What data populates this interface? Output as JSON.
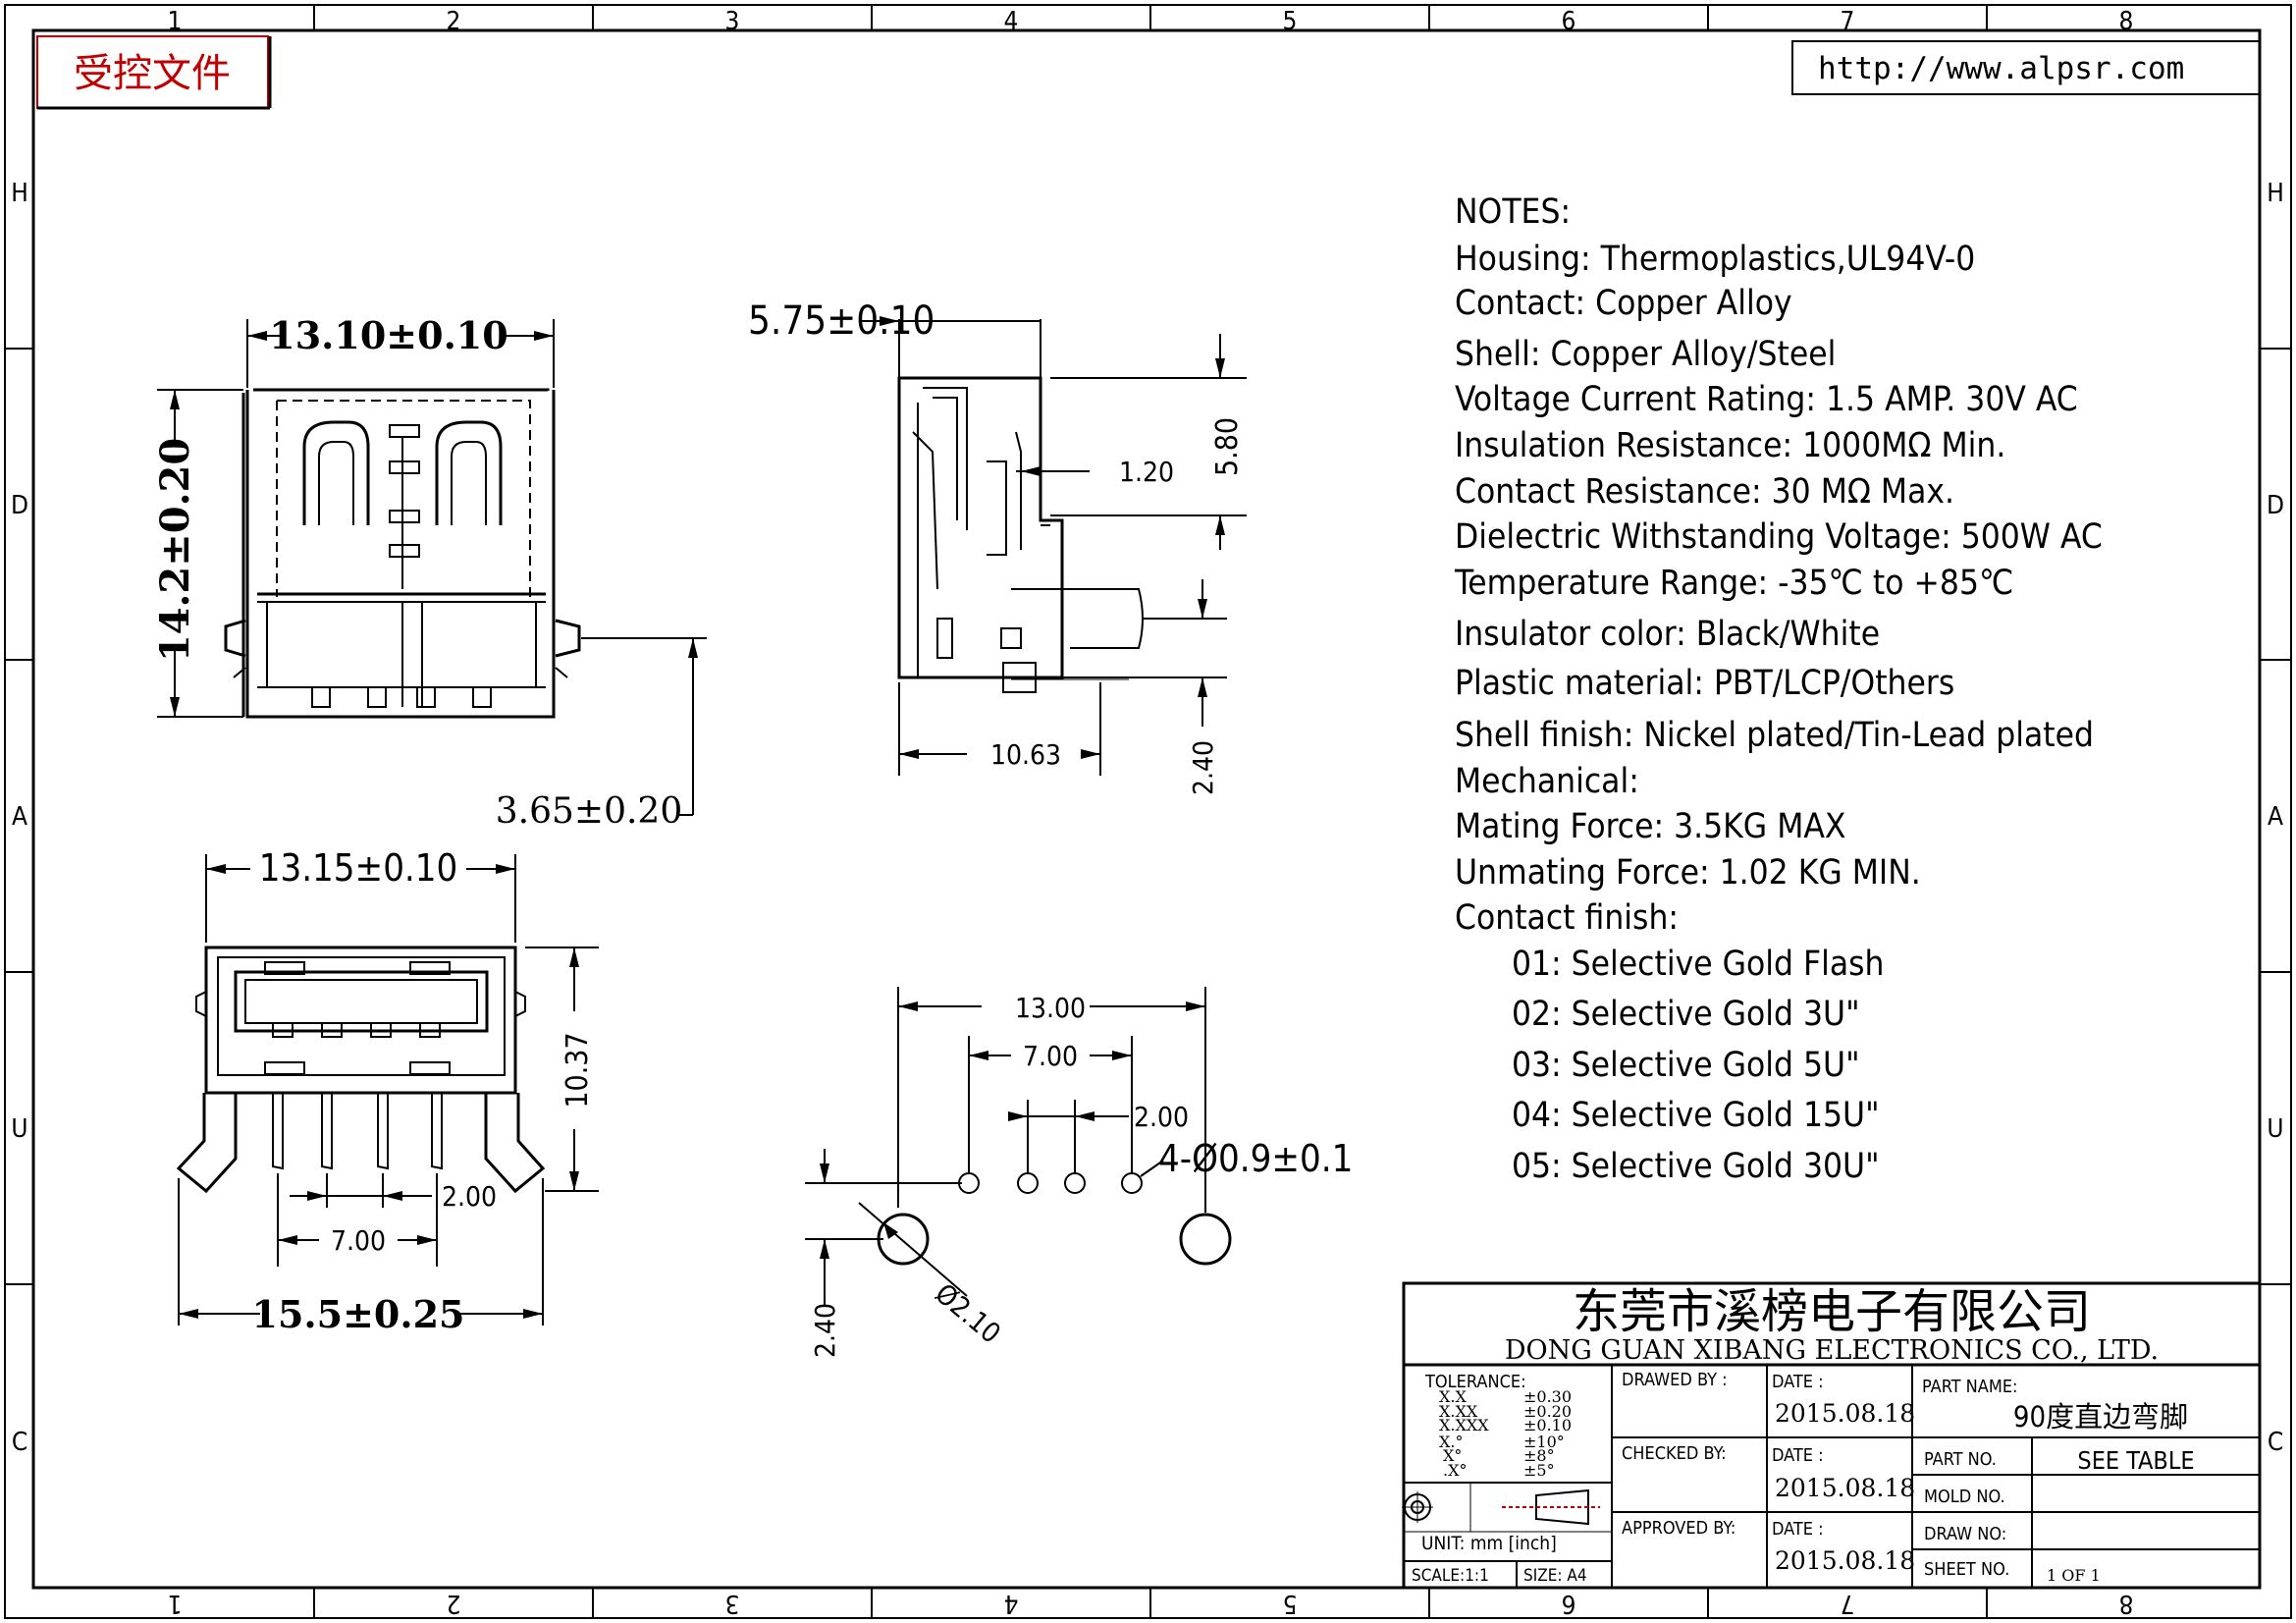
{
  "stamp": "受控文件",
  "website": "http://www.alpsr.com",
  "grid": {
    "columns_top": [
      "1",
      "2",
      "3",
      "4",
      "5",
      "6",
      "7",
      "8"
    ],
    "columns_bottom": [
      "8",
      "7",
      "6",
      "5",
      "4",
      "3",
      "2",
      "1"
    ],
    "rows_left": [
      "H",
      "D",
      "A",
      "U",
      "C"
    ],
    "rows_right": [
      "H",
      "D",
      "A",
      "U",
      "C"
    ]
  },
  "notes": [
    "NOTES:",
    "Housing:  Thermoplastics,UL94V-0",
    "Contact:  Copper  Alloy",
    "Shell:  Copper  Alloy/Steel",
    "Voltage  Current  Rating: 1.5  AMP.  30V  AC",
    "Insulation  Resistance: 1000MΩ  Min.",
    "Contact  Resistance: 30  MΩ  Max.",
    "Dielectric  Withstanding  Voltage: 500W  AC",
    "Temperature  Range: -35℃  to  +85℃",
    "Insulator  color:  Black/White",
    "Plastic  material: PBT/LCP/Others",
    "Shell  finish: Nickel  plated/Tin-Lead  plated",
    "Mechanical:",
    "Mating  Force: 3.5KG  MAX",
    "Unmating  Force: 1.02  KG  MIN.",
    "Contact  finish:",
    "01: Selective  Gold  Flash",
    "02: Selective  Gold  3U\"",
    "03: Selective  Gold  5U\"",
    "04: Selective  Gold  15U\"",
    "05: Selective  Gold  30U\""
  ],
  "dims": {
    "top_width": "13.10±0.10",
    "top_height": "14.2±0.20",
    "top_offset": "3.65±0.20",
    "side_width": "5.75±0.10",
    "side_520": "5.80",
    "side_120": "1.20",
    "side_1063": "10.63",
    "side_240": "2.40",
    "front_width": "13.15±0.10",
    "front_height": "10.37",
    "front_pitch": "2.00",
    "front_span": "7.00",
    "front_overall": "15.5±0.25",
    "pcb_1300": "13.00",
    "pcb_700": "7.00",
    "pcb_200": "2.00",
    "pcb_holes": "4-Ø0.9±0.1",
    "pcb_240": "2.40",
    "pcb_210": "Ø2.10"
  },
  "title_block": {
    "company_cn": "东莞市溪榜电子有限公司",
    "company_en": "DONG  GUAN  XIBANG  ELECTRONICS  CO.,  LTD.",
    "tolerance_label": "TOLERANCE:",
    "tol_keys": [
      "X.X",
      "X.XX",
      "X.XXX",
      "X.°",
      "X°",
      ".X°"
    ],
    "tol_vals": [
      "±0.30",
      "±0.20",
      "±0.10",
      "±10°",
      "±8°",
      "±5°"
    ],
    "drawn_by": "DRAWED  BY :",
    "checked_by": "CHECKED  BY:",
    "approved_by": "APPROVED  BY:",
    "date_label": "DATE  :",
    "date_1": "2015.08.18",
    "date_2": "2015.08.18",
    "date_3": "2015.08.18",
    "part_name_label": "PART  NAME:",
    "part_name": "90度直边弯脚",
    "part_no_label": "PART  NO.",
    "part_no": "SEE  TABLE",
    "mold_no_label": "MOLD  NO.",
    "draw_no_label": "DRAW  NO:",
    "sheet_no_label": "SHEET  NO.",
    "sheet_no": "1  OF  1",
    "unit": "UNIT:  mm  [inch]",
    "scale": "SCALE:1:1",
    "size": "SIZE:  A4"
  }
}
